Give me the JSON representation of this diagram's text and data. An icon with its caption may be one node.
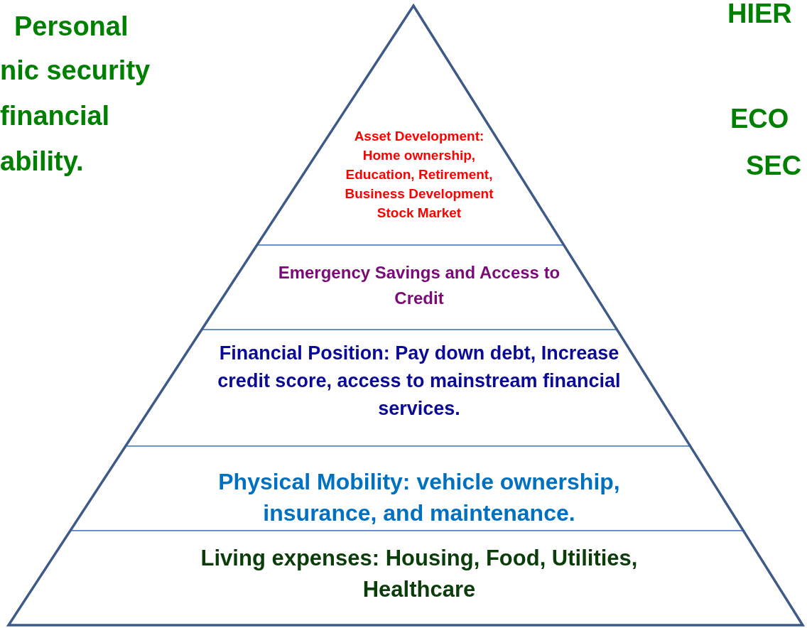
{
  "diagram": {
    "nodes": [
      {
        "text": [
          "Asset Development: Home ownership, Education, Retirement, Business Development Stock Market"
        ]
      },
      {
        "text": [
          "Emergency Savings and Access to Credit"
        ]
      },
      {
        "text": [
          "Financial Position: Pay down debt, Increase credit score, access to mainstream financial services."
        ]
      },
      {
        "text": [
          "Physical Mobility:  vehicle ownership, insurance, and maintenance."
        ]
      },
      {
        "text": [
          "Living expenses: Housing, Food, Utilities, Healthcare"
        ]
      }
    ],
    "edges": [],
    "labels": [
      "Personal",
      "nic security",
      "financial",
      "ability.",
      "HIER",
      "ECO",
      "SEC"
    ]
  }
}
